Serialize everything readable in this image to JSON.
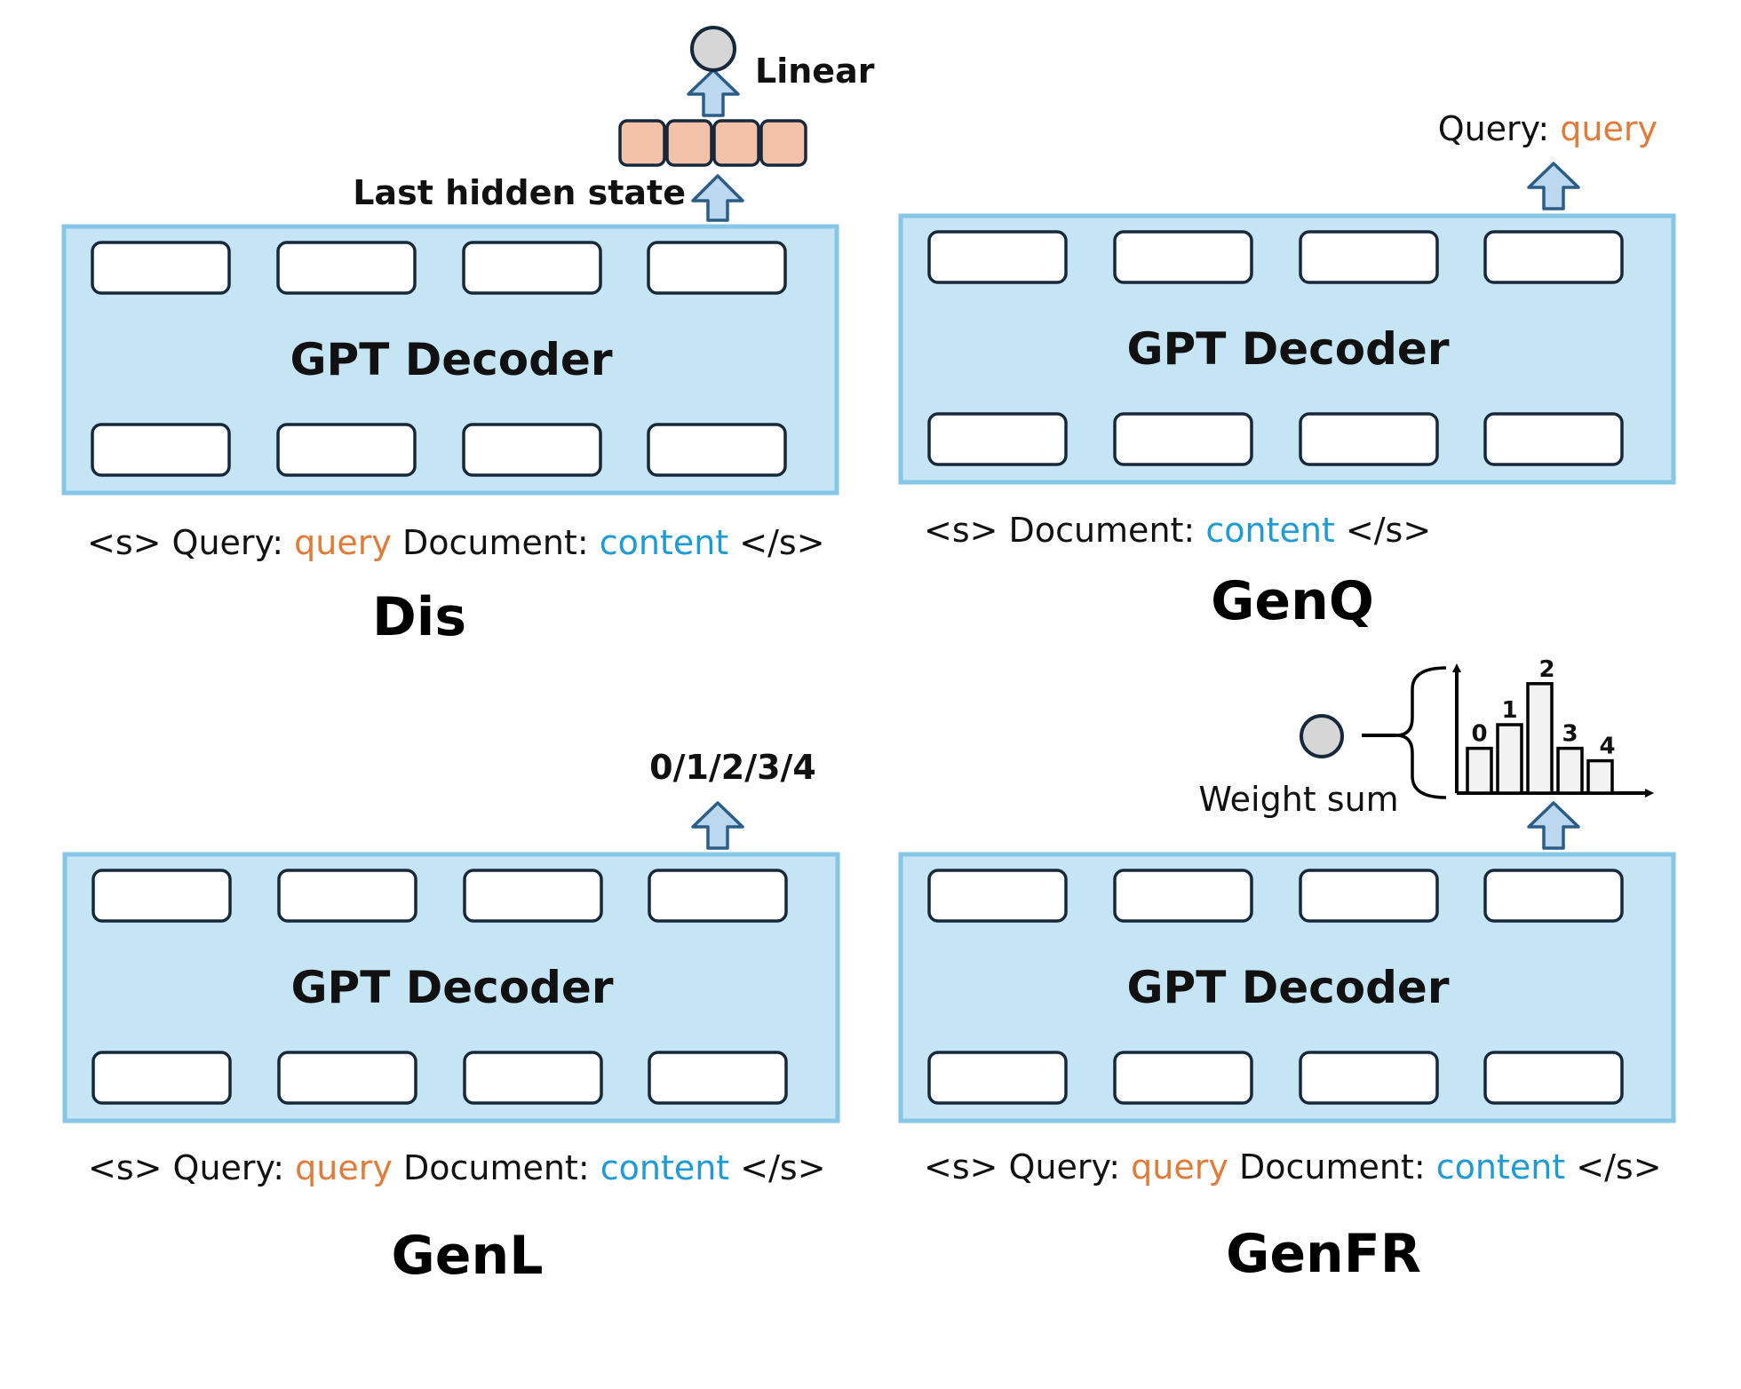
{
  "panels": {
    "dis": {
      "title": "Dis",
      "decoder_label": "GPT Decoder",
      "input": {
        "p1": "<s> Query: ",
        "query": "query",
        "p2": " Document: ",
        "content": "content",
        "p3": " </s>"
      },
      "hidden_label": "Last hidden state",
      "linear_label": "Linear"
    },
    "genq": {
      "title": "GenQ",
      "decoder_label": "GPT Decoder",
      "input": {
        "p1": "<s> Document: ",
        "content": "content",
        "p3": " </s>"
      },
      "output": {
        "prefix": "Query: ",
        "query": "query"
      }
    },
    "genl": {
      "title": "GenL",
      "decoder_label": "GPT Decoder",
      "input": {
        "p1": "<s> Query: ",
        "query": "query",
        "p2": " Document: ",
        "content": "content",
        "p3": " </s>"
      },
      "output_label": "0/1/2/3/4"
    },
    "genfr": {
      "title": "GenFR",
      "decoder_label": "GPT Decoder",
      "input": {
        "p1": "<s> Query: ",
        "query": "query",
        "p2": " Document: ",
        "content": "content",
        "p3": " </s>"
      },
      "weight_label": "Weight sum",
      "histogram": {
        "categories": [
          "0",
          "1",
          "2",
          "3",
          "4"
        ],
        "values": [
          0.36,
          0.55,
          0.88,
          0.36,
          0.26
        ]
      }
    }
  },
  "colors": {
    "query": "#e07b39",
    "content": "#1e9ad6",
    "decoder_fill": "#c5e4f4",
    "decoder_border": "#86c6e6",
    "hidden_cell": "#f4c2a8"
  }
}
